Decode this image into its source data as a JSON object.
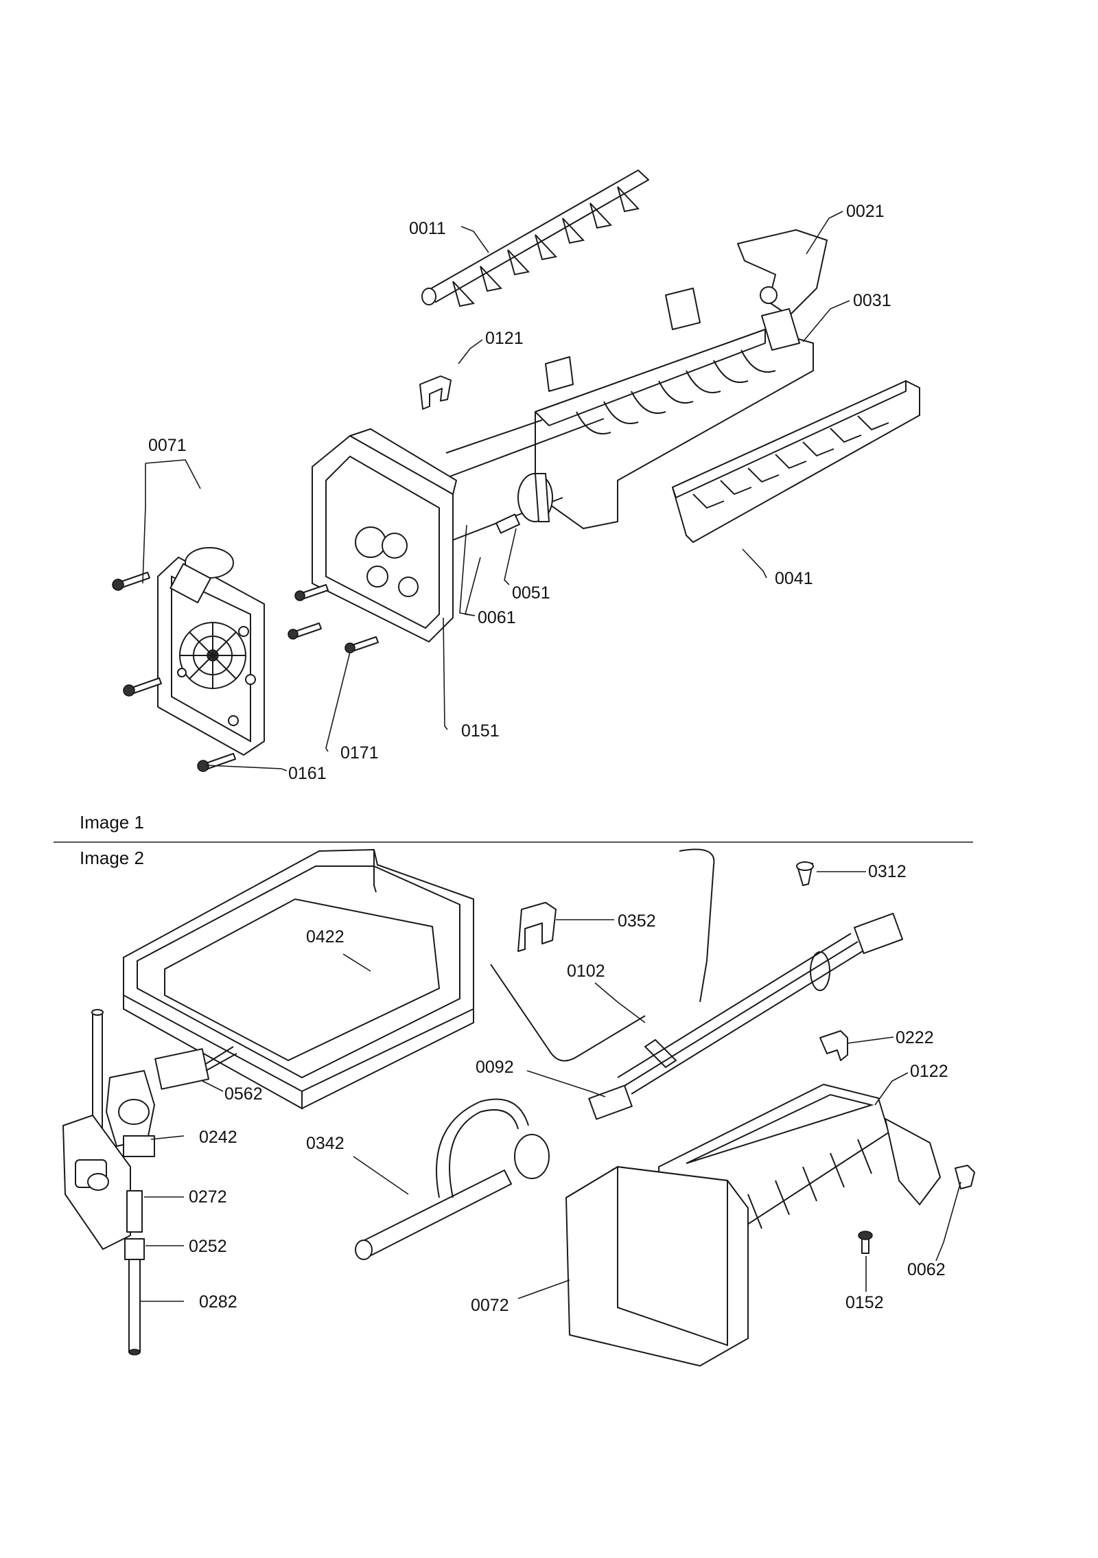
{
  "sections": [
    {
      "label": "Image 1"
    },
    {
      "label": "Image 2"
    }
  ],
  "callouts": {
    "p0011": "0011",
    "p0021": "0021",
    "p0031": "0031",
    "p0121": "0121",
    "p0071": "0071",
    "p0041": "0041",
    "p0051": "0051",
    "p0061": "0061",
    "p0151": "0151",
    "p0171": "0171",
    "p0161": "0161",
    "p0312": "0312",
    "p0352": "0352",
    "p0422": "0422",
    "p0102": "0102",
    "p0222": "0222",
    "p0122": "0122",
    "p0092": "0092",
    "p0562": "0562",
    "p0242": "0242",
    "p0342": "0342",
    "p0272": "0272",
    "p0252": "0252",
    "p0282": "0282",
    "p0072": "0072",
    "p0152": "0152",
    "p0062": "0062"
  }
}
